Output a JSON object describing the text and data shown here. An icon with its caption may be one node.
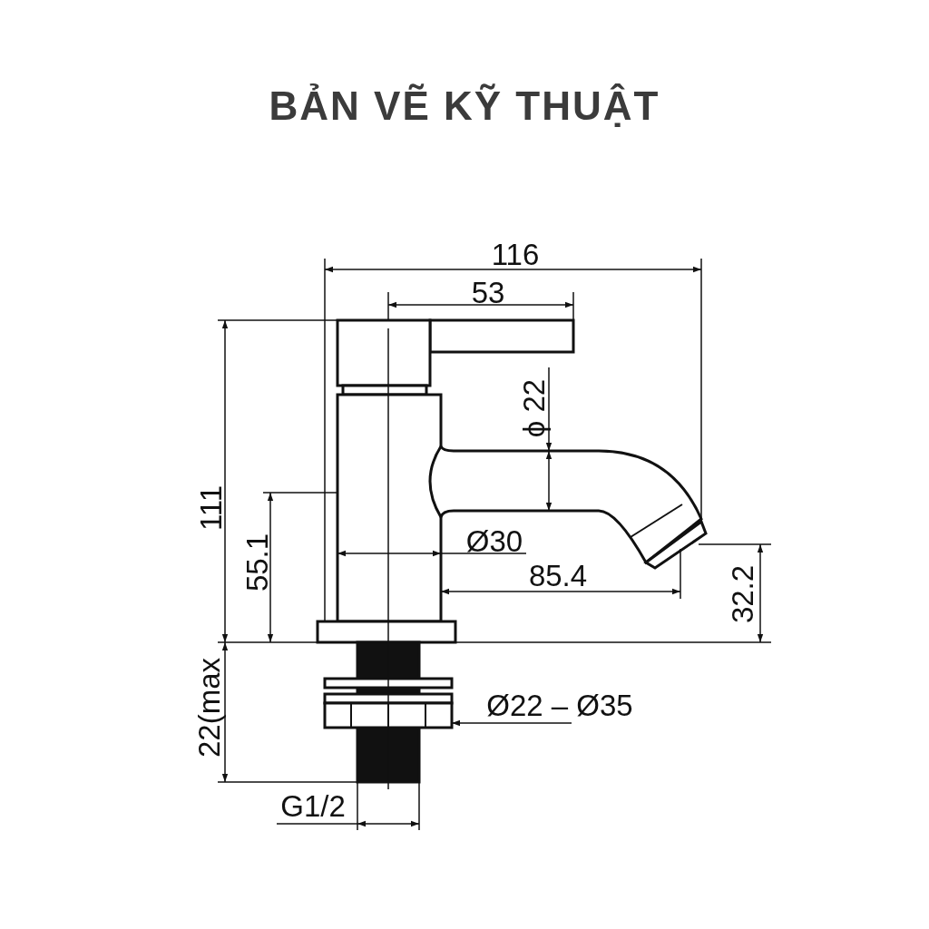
{
  "diagram": {
    "title": "BẢN VẼ KỸ THUẬT",
    "labels": [
      "116",
      "53",
      "ϕ 22",
      "111",
      "55.1",
      "Ø30",
      "85.4",
      "32.2",
      "22(max",
      "Ø22 – Ø35",
      "G1/2"
    ]
  }
}
